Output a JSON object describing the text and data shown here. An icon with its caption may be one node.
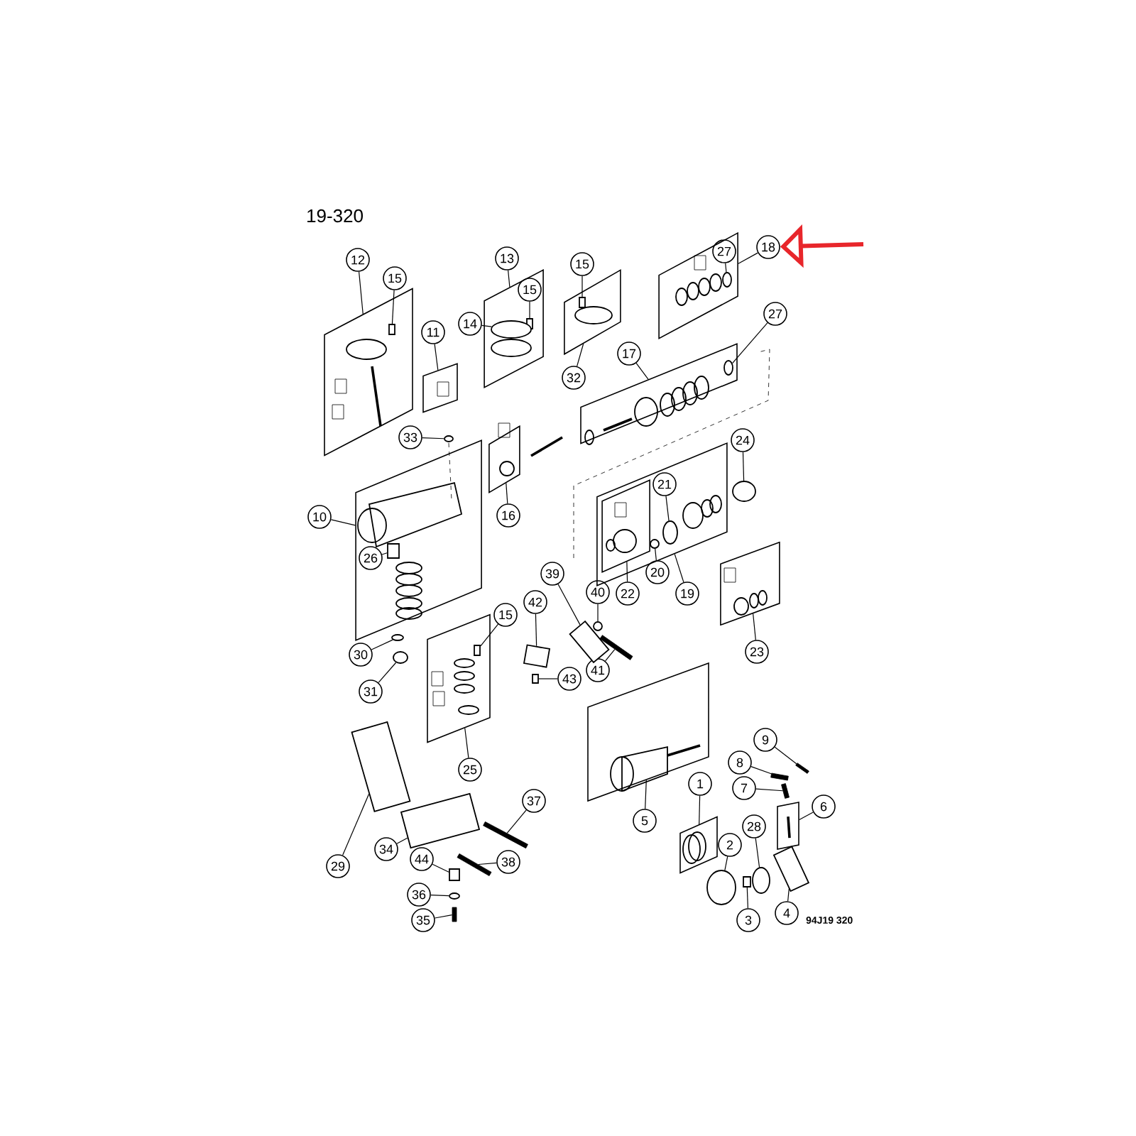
{
  "diagram": {
    "title": "19-320",
    "nodes": [
      {
        "text": [
          "18"
        ]
      },
      {
        "text": [
          "27"
        ],
        "in": 49
      },
      {
        "text": [
          "12"
        ]
      },
      {
        "text": [
          "13"
        ]
      },
      {
        "text": [
          "15"
        ]
      },
      {
        "text": [
          "15"
        ]
      },
      {
        "text": [
          "15"
        ],
        "in": 50
      },
      {
        "text": [
          "27"
        ]
      },
      {
        "text": [
          "14"
        ]
      },
      {
        "text": [
          "11"
        ]
      },
      {
        "text": [
          "17"
        ]
      },
      {
        "text": [
          "32"
        ]
      },
      {
        "text": [
          "33"
        ]
      },
      {
        "text": [
          "24"
        ]
      },
      {
        "text": [
          "21"
        ],
        "in": 56
      },
      {
        "text": [
          "10"
        ]
      },
      {
        "text": [
          "16"
        ]
      },
      {
        "text": [
          "26"
        ],
        "in": 55
      },
      {
        "text": [
          "39"
        ]
      },
      {
        "text": [
          "20"
        ]
      },
      {
        "text": [
          "40"
        ]
      },
      {
        "text": [
          "22"
        ]
      },
      {
        "text": [
          "19"
        ]
      },
      {
        "text": [
          "42"
        ]
      },
      {
        "text": [
          "15"
        ]
      },
      {
        "text": [
          "23"
        ]
      },
      {
        "text": [
          "30"
        ]
      },
      {
        "text": [
          "41"
        ]
      },
      {
        "text": [
          "43"
        ]
      },
      {
        "text": [
          "31"
        ]
      },
      {
        "text": [
          "9"
        ]
      },
      {
        "text": [
          "8"
        ]
      },
      {
        "text": [
          "25"
        ]
      },
      {
        "text": [
          "1"
        ]
      },
      {
        "text": [
          "7"
        ]
      },
      {
        "text": [
          "37"
        ]
      },
      {
        "text": [
          "6"
        ]
      },
      {
        "text": [
          "5"
        ]
      },
      {
        "text": [
          "2"
        ]
      },
      {
        "text": [
          "28"
        ]
      },
      {
        "text": [
          "34"
        ]
      },
      {
        "text": [
          "44"
        ]
      },
      {
        "text": [
          "38"
        ]
      },
      {
        "text": [
          "29"
        ]
      },
      {
        "text": [
          "36"
        ]
      },
      {
        "text": [
          "3"
        ]
      },
      {
        "text": [
          "35"
        ]
      },
      {
        "text": [
          "4"
        ]
      },
      {
        "text": [],
        "shape": "box"
      },
      {
        "text": [],
        "shape": "box"
      },
      {
        "text": [],
        "shape": "box"
      },
      {
        "text": [],
        "shape": "box"
      },
      {
        "text": [],
        "shape": "box"
      },
      {
        "text": [],
        "shape": "box"
      },
      {
        "text": [],
        "shape": "box"
      },
      {
        "text": [],
        "shape": "box"
      },
      {
        "text": [],
        "shape": "box"
      },
      {
        "text": [],
        "shape": "box",
        "in": 56
      },
      {
        "text": [],
        "shape": "box"
      },
      {
        "text": [],
        "shape": "box"
      },
      {
        "text": [],
        "shape": "box"
      },
      {
        "text": [],
        "shape": "box"
      },
      {
        "text": [],
        "shape": "box"
      },
      {
        "text": [],
        "shape": "circle",
        "in": 49
      },
      {
        "text": [],
        "shape": "box",
        "in": 48
      },
      {
        "text": [],
        "shape": "box",
        "in": 50
      },
      {
        "text": [],
        "shape": "circle",
        "in": 50
      },
      {
        "text": [],
        "shape": "box",
        "in": 51
      },
      {
        "text": [],
        "shape": "circle",
        "in": 53
      },
      {
        "text": [],
        "shape": "circle"
      },
      {
        "text": [],
        "shape": "circle"
      },
      {
        "text": [],
        "shape": "circle",
        "in": 56
      },
      {
        "text": [],
        "shape": "circle",
        "in": 56
      },
      {
        "text": [],
        "shape": "box",
        "in": 55
      },
      {
        "text": [],
        "shape": "box"
      },
      {
        "text": [],
        "shape": "circle"
      },
      {
        "text": [],
        "shape": "box"
      },
      {
        "text": [],
        "shape": "box",
        "in": 59
      },
      {
        "text": [],
        "shape": "circle"
      },
      {
        "text": [],
        "shape": "bar"
      },
      {
        "text": [],
        "shape": "box"
      },
      {
        "text": [],
        "shape": "circle"
      },
      {
        "text": [],
        "shape": "bar"
      },
      {
        "text": [],
        "shape": "bar"
      },
      {
        "text": [],
        "shape": "bar"
      },
      {
        "text": [],
        "shape": "bar"
      },
      {
        "text": [],
        "shape": "cylinder"
      },
      {
        "text": [],
        "shape": "box"
      },
      {
        "text": [],
        "shape": "box"
      },
      {
        "text": [],
        "shape": "bar"
      },
      {
        "text": [],
        "shape": "circle"
      },
      {
        "text": [],
        "shape": "circle"
      },
      {
        "text": [],
        "shape": "circle"
      },
      {
        "text": [],
        "shape": "box"
      },
      {
        "text": [],
        "shape": "bar"
      },
      {
        "text": [],
        "shape": "cylinder"
      }
    ],
    "edges": [
      {
        "from": 0,
        "to": 49,
        "arrow": "none"
      },
      {
        "from": 1,
        "to": 63,
        "arrow": "none"
      },
      {
        "from": 2,
        "to": 48,
        "arrow": "none"
      },
      {
        "from": 3,
        "to": 50,
        "arrow": "none"
      },
      {
        "from": 4,
        "to": 67,
        "arrow": "none"
      },
      {
        "from": 5,
        "to": 64,
        "arrow": "none"
      },
      {
        "from": 6,
        "to": 65,
        "arrow": "none"
      },
      {
        "from": 7,
        "to": 68,
        "arrow": "none"
      },
      {
        "from": 8,
        "to": 66,
        "arrow": "none"
      },
      {
        "from": 9,
        "to": 52,
        "arrow": "none"
      },
      {
        "from": 10,
        "to": 53,
        "arrow": "none"
      },
      {
        "from": 11,
        "to": 51,
        "arrow": "none"
      },
      {
        "from": 12,
        "to": 69,
        "arrow": "none"
      },
      {
        "from": 13,
        "to": 70,
        "arrow": "none"
      },
      {
        "from": 14,
        "to": 71,
        "arrow": "none"
      },
      {
        "from": 15,
        "to": 55,
        "arrow": "none"
      },
      {
        "from": 16,
        "to": 54,
        "arrow": "none"
      },
      {
        "from": 17,
        "to": 73,
        "arrow": "none"
      },
      {
        "from": 18,
        "to": 74,
        "arrow": "none"
      },
      {
        "from": 19,
        "to": 72,
        "arrow": "none"
      },
      {
        "from": 20,
        "to": 75,
        "arrow": "none"
      },
      {
        "from": 21,
        "to": 57,
        "arrow": "none"
      },
      {
        "from": 22,
        "to": 56,
        "arrow": "none"
      },
      {
        "from": 23,
        "to": 76,
        "arrow": "none"
      },
      {
        "from": 24,
        "to": 77,
        "arrow": "none"
      },
      {
        "from": 25,
        "to": 58,
        "arrow": "none"
      },
      {
        "from": 26,
        "to": 78,
        "arrow": "none"
      },
      {
        "from": 27,
        "to": 79,
        "arrow": "none"
      },
      {
        "from": 28,
        "to": 80,
        "arrow": "none"
      },
      {
        "from": 29,
        "to": 81,
        "arrow": "none"
      },
      {
        "from": 30,
        "to": 82,
        "arrow": "none"
      },
      {
        "from": 31,
        "to": 83,
        "arrow": "none"
      },
      {
        "from": 32,
        "to": 59,
        "arrow": "none"
      },
      {
        "from": 33,
        "to": 62,
        "arrow": "none"
      },
      {
        "from": 34,
        "to": 84,
        "arrow": "none"
      },
      {
        "from": 35,
        "to": 85,
        "arrow": "none"
      },
      {
        "from": 36,
        "to": 61,
        "arrow": "none"
      },
      {
        "from": 37,
        "to": 60,
        "arrow": "none"
      },
      {
        "from": 38,
        "to": 91,
        "arrow": "none"
      },
      {
        "from": 39,
        "to": 92,
        "arrow": "none"
      },
      {
        "from": 40,
        "to": 87,
        "arrow": "none"
      },
      {
        "from": 41,
        "to": 88,
        "arrow": "none"
      },
      {
        "from": 42,
        "to": 89,
        "arrow": "none"
      },
      {
        "from": 43,
        "to": 86,
        "arrow": "none"
      },
      {
        "from": 44,
        "to": 90,
        "arrow": "none"
      },
      {
        "from": 45,
        "to": 93,
        "arrow": "none"
      },
      {
        "from": 46,
        "to": 94,
        "arrow": "none"
      },
      {
        "from": 47,
        "to": 95,
        "arrow": "none"
      },
      {
        "from": null,
        "to": 0,
        "arrow": "to",
        "style": "thick",
        "color": "#e8262b"
      }
    ],
    "labels": [
      "94J19 320"
    ]
  }
}
